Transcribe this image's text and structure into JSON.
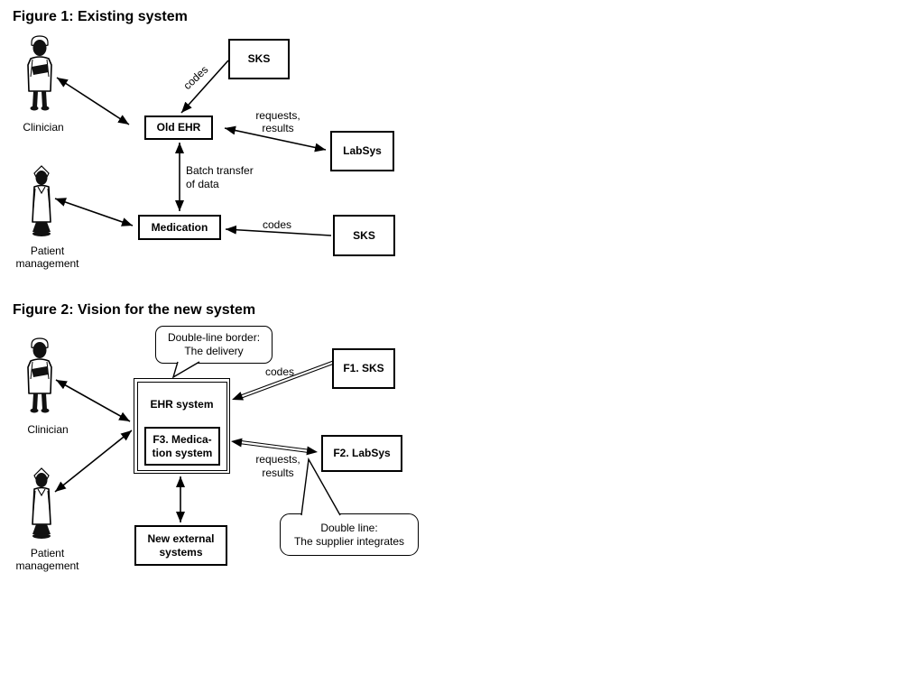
{
  "figure1": {
    "title": "Figure 1: Existing system",
    "nodes": {
      "sks_top": "SKS",
      "old_ehr": "Old EHR",
      "labsys": "LabSys",
      "medication": "Medication",
      "sks_bottom": "SKS"
    },
    "actors": {
      "clinician": "Clinician",
      "patient_line1": "Patient",
      "patient_line2": "management"
    },
    "labels": {
      "codes_top": "codes",
      "requests_line1": "requests,",
      "requests_line2": "results",
      "batch_line1": "Batch transfer",
      "batch_line2": "of data",
      "codes_bottom": "codes"
    }
  },
  "figure2": {
    "title": "Figure 2: Vision for the new system",
    "nodes": {
      "ehr_system": "EHR system",
      "f3_line1": "F3. Medica-",
      "f3_line2": "tion system",
      "f1_sks": "F1. SKS",
      "f2_labsys": "F2. LabSys",
      "new_external_line1": "New external",
      "new_external_line2": "systems"
    },
    "actors": {
      "clinician": "Clinician",
      "patient_line1": "Patient",
      "patient_line2": "management"
    },
    "labels": {
      "codes": "codes",
      "requests_line1": "requests,",
      "requests_line2": "results"
    },
    "callouts": {
      "delivery_line1": "Double-line border:",
      "delivery_line2": "The delivery",
      "supplier_line1": "Double line:",
      "supplier_line2": "The supplier integrates"
    }
  },
  "colors": {
    "ink": "#000000",
    "paper": "#ffffff"
  }
}
